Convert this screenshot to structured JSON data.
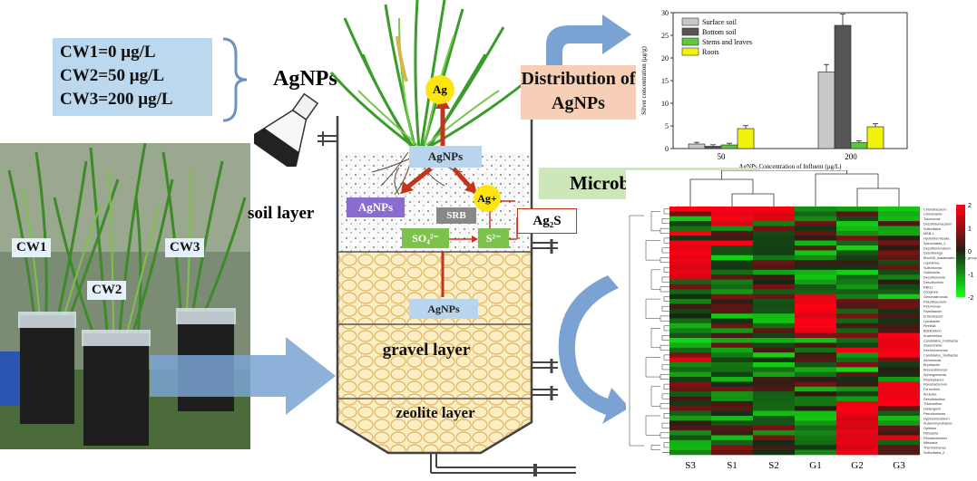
{
  "concentrations": [
    "CW1=0 μg/L",
    "CW2=50 μg/L",
    "CW3=200 μg/L"
  ],
  "agnps_title": "AgNPs",
  "distribution_label": "Distribution of AgNPs",
  "microbial_label": "Microbial structure",
  "photo_tags": [
    "CW1",
    "CW2",
    "CW3"
  ],
  "wetland": {
    "soil_layer": "soil layer",
    "gravel_layer": "gravel layer",
    "zeolite_layer": "zeolite layer",
    "ag": "Ag",
    "agnps_top": "AgNPs",
    "agnps_left": "AgNPs",
    "ag_plus": "Ag+",
    "srb": "SRB",
    "so4": "SO₄²⁻",
    "s2": "S²⁻",
    "ag2s": "Ag₂S",
    "agnps_gravel": "AgNPs"
  },
  "chart_data": {
    "type": "bar",
    "categories": [
      "50",
      "200"
    ],
    "series": [
      {
        "name": "Surface soil",
        "values": [
          1.0,
          16.9
        ],
        "color": "#c8c8c8"
      },
      {
        "name": "Bottom soil",
        "values": [
          0.5,
          27.2
        ],
        "color": "#555555"
      },
      {
        "name": "Stems and leaves",
        "values": [
          0.8,
          1.3
        ],
        "color": "#5cc83a"
      },
      {
        "name": "Roots",
        "values": [
          4.4,
          4.8
        ],
        "color": "#f2f20a"
      }
    ],
    "xlabel": "AgNPs Concentration of Influent (μg/L)",
    "ylabel": "Silver concentration (μg/g)",
    "ylim": [
      0,
      30
    ],
    "yticks": [
      "0",
      "5",
      "10",
      "15",
      "20",
      "25",
      "30"
    ],
    "legend": "top-left"
  },
  "heatmap": {
    "columns": [
      "S3",
      "S1",
      "S2",
      "G1",
      "G2",
      "G3"
    ],
    "scale_ticks": [
      "2",
      "1",
      "0",
      "-1",
      "-2"
    ],
    "rows": [
      "Chlorobaculum",
      "Limnobacter",
      "Tolumonas",
      "Desulfotomaculum",
      "Sulfuritalea",
      "MSB-1",
      "Hydrothermicella",
      "Spirochaeta_2",
      "Desulfomicrobium",
      "Desulfovirga",
      "Bho028_wastewater-sludge_group",
      "Leptolinea",
      "Sulfurisoma",
      "Gallionella",
      "Desulfomonile",
      "Desulfovibrio",
      "RBG1",
      "Zoogloea",
      "Gemmatimonas",
      "Paludibaculum",
      "Pelomonas",
      "Ramlibacter",
      "Enterobacter",
      "Lysobacter",
      "Pirellula",
      "Bdellovibrio",
      "Anaerolinea",
      "Candidatus_Koribacter",
      "Zavarzinella",
      "Dechloromonas",
      "Candidatus_Solibacter",
      "Aeromonas",
      "Bryobacter",
      "Brevundimonas",
      "Sphingomonas",
      "Rhodoplanes",
      "Flavobacterium",
      "Ferrovibrio",
      "Arcicella",
      "Desulfobulbus",
      "Thiobacillus",
      "Haliangium",
      "Pseudomonas",
      "Hyphomicrobium",
      "Anaeromyxobacter",
      "Opitutus",
      "Nitrospira",
      "Rhodanobacter",
      "Mitsuaria",
      "Thermomonas",
      "Sulfuritalea_2"
    ]
  }
}
